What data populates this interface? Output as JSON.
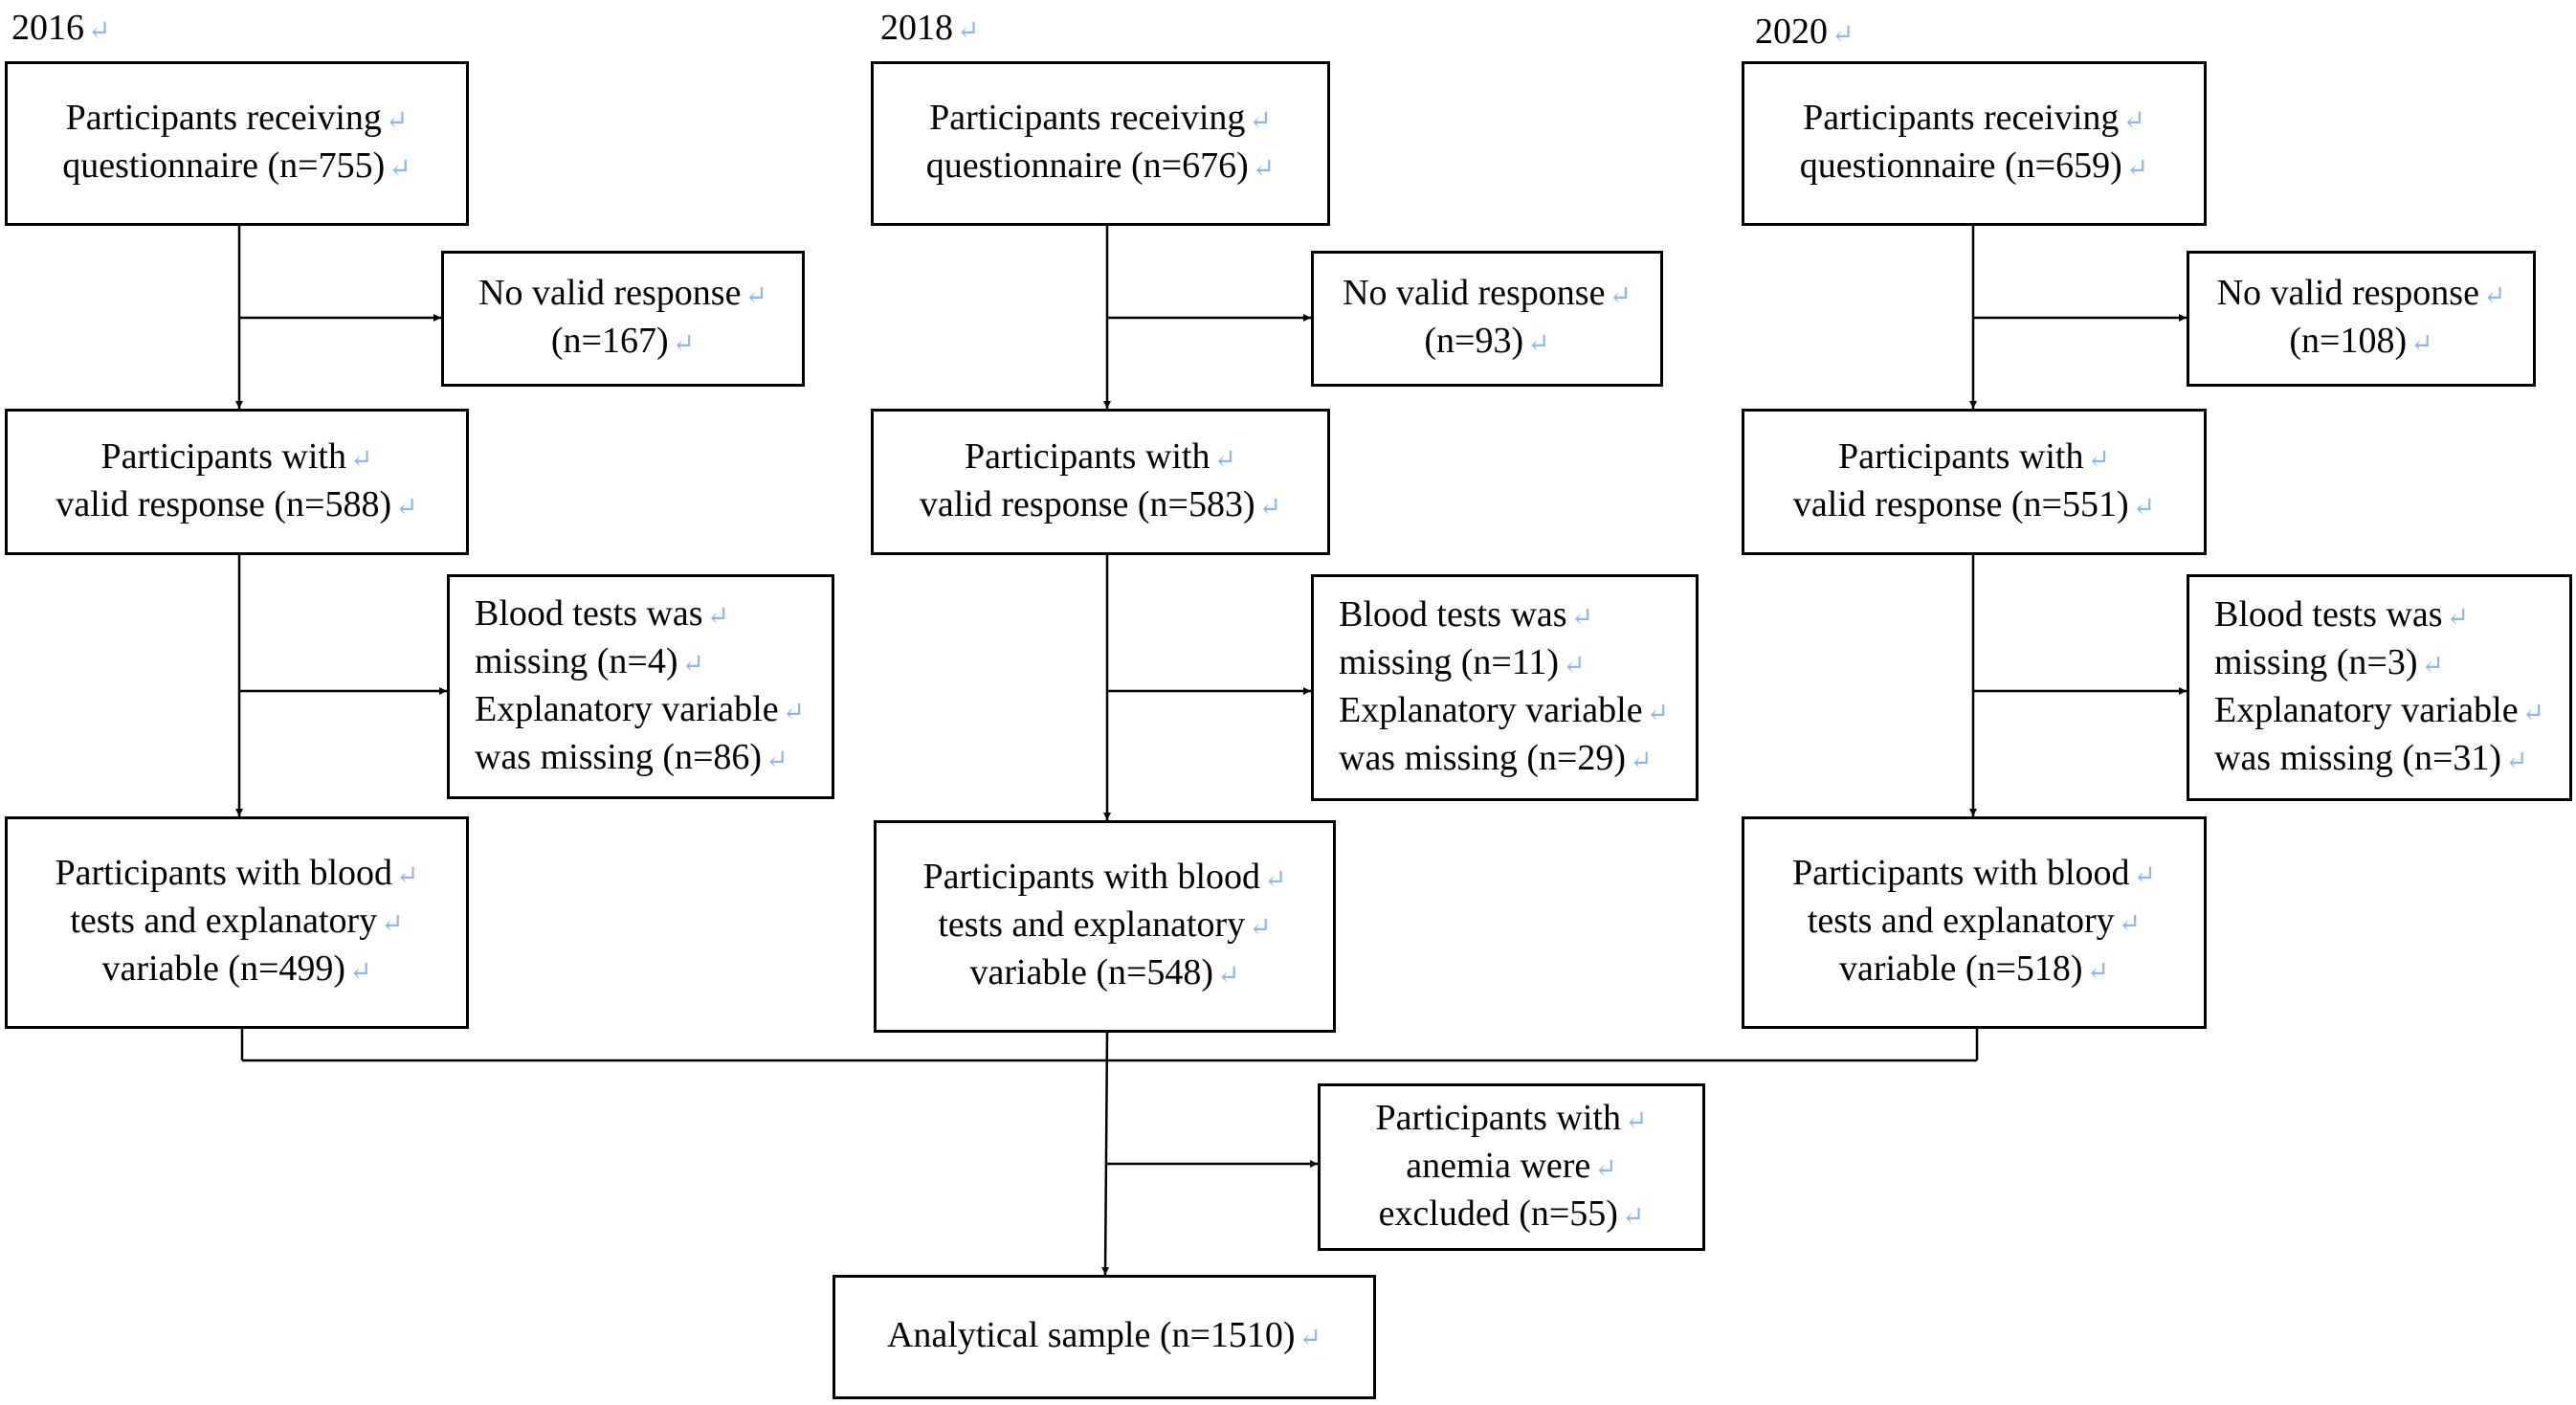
{
  "years": [
    "2016",
    "2018",
    "2020"
  ],
  "columns": [
    {
      "received": [
        "Participants receiving",
        "questionnaire (n=755)"
      ],
      "no_valid": [
        "No valid response",
        "(n=167)"
      ],
      "valid": [
        "Participants with",
        "valid response (n=588)"
      ],
      "missing": [
        "Blood tests was",
        "missing (n=4)",
        "Explanatory variable",
        "was missing (n=86)"
      ],
      "final": [
        "Participants with blood",
        "tests and explanatory",
        "variable (n=499)"
      ]
    },
    {
      "received": [
        "Participants receiving",
        "questionnaire (n=676)"
      ],
      "no_valid": [
        "No valid response",
        "(n=93)"
      ],
      "valid": [
        "Participants with",
        "valid response (n=583)"
      ],
      "missing": [
        "Blood tests was",
        "missing (n=11)",
        "Explanatory variable",
        "was missing (n=29)"
      ],
      "final": [
        "Participants with blood",
        "tests and explanatory",
        "variable (n=548)"
      ]
    },
    {
      "received": [
        "Participants receiving",
        "questionnaire (n=659)"
      ],
      "no_valid": [
        "No valid response",
        "(n=108)"
      ],
      "valid": [
        "Participants with",
        "valid response (n=551)"
      ],
      "missing": [
        "Blood tests was",
        "missing (n=3)",
        "Explanatory variable",
        "was missing (n=31)"
      ],
      "final": [
        "Participants with blood",
        "tests and explanatory",
        "variable (n=518)"
      ]
    }
  ],
  "anemia": [
    "Participants with",
    "anemia were",
    "excluded (n=55)"
  ],
  "analytical": [
    "Analytical sample (n=1510)"
  ],
  "paragraph_mark": "↵"
}
